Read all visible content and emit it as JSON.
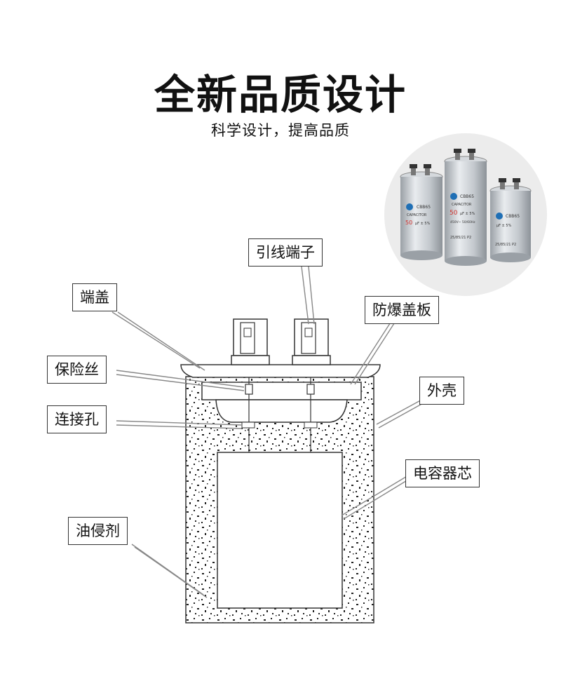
{
  "header": {
    "title": "全新品质设计",
    "subtitle": "科学设计，提高品质"
  },
  "diagram": {
    "labels": {
      "lead_terminal": "引线端子",
      "end_cap": "端盖",
      "explosion_cover": "防爆盖板",
      "fuse": "保险丝",
      "shell": "外壳",
      "connection_hole": "连接孔",
      "core": "电容器芯",
      "oil_immersion": "油侵剂"
    }
  },
  "product_photo": {
    "brand": "CBB65",
    "capacitor_text": "CAPACITOR",
    "rating_small": "50",
    "tolerance": "μF ± 5%",
    "voltage": "450V~ 50/60Hz",
    "class": "25/85/21  P2"
  },
  "colors": {
    "line": "#333333",
    "fill_stipple": "#222222",
    "metal": "#c8ccd0",
    "accent_red": "#d0312d",
    "brand_blue": "#1f6fb5"
  }
}
